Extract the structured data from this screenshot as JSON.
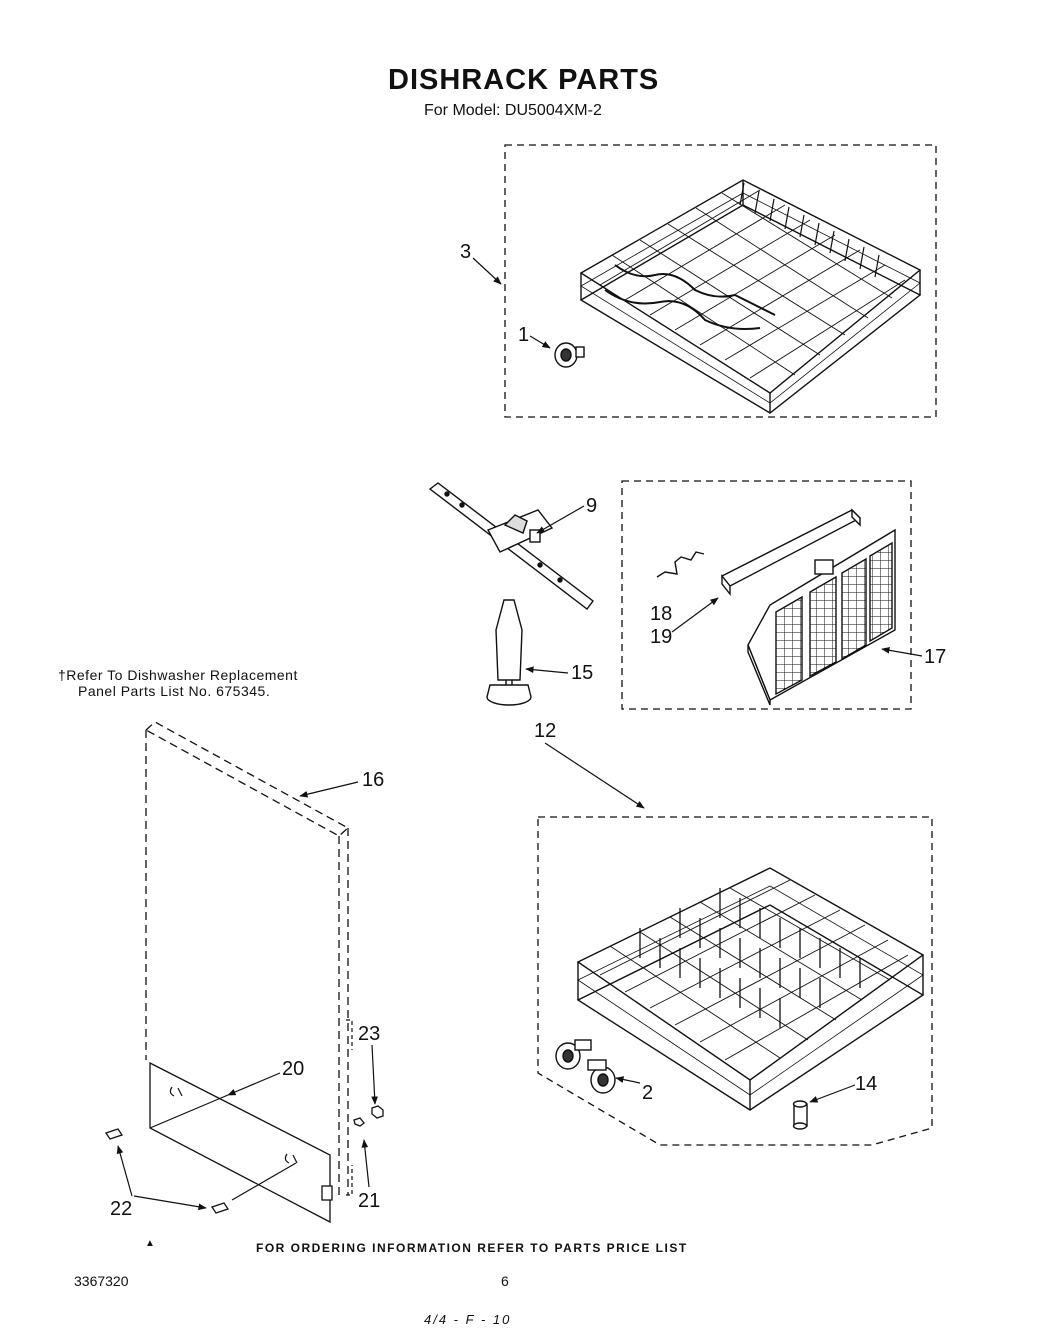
{
  "title": "DISHRACK PARTS",
  "subtitle": "For Model: DU5004XM-2",
  "note": {
    "line1": "†Refer To Dishwasher Replacement",
    "line2": "Panel Parts List No. 675345."
  },
  "footer": "FOR ORDERING INFORMATION REFER TO PARTS PRICE LIST",
  "footer_marker": "▲",
  "doc_number": "3367320",
  "page_number": "6",
  "handwritten": "4/4 - F - 10",
  "callouts": {
    "c1": "1",
    "c2": "2",
    "c3": "3",
    "c9": "9",
    "c12": "12",
    "c14": "14",
    "c15": "15",
    "c16": "16",
    "c17": "17",
    "c18": "18",
    "c19": "19",
    "c20": "20",
    "c21": "21",
    "c22": "22",
    "c23": "23"
  }
}
